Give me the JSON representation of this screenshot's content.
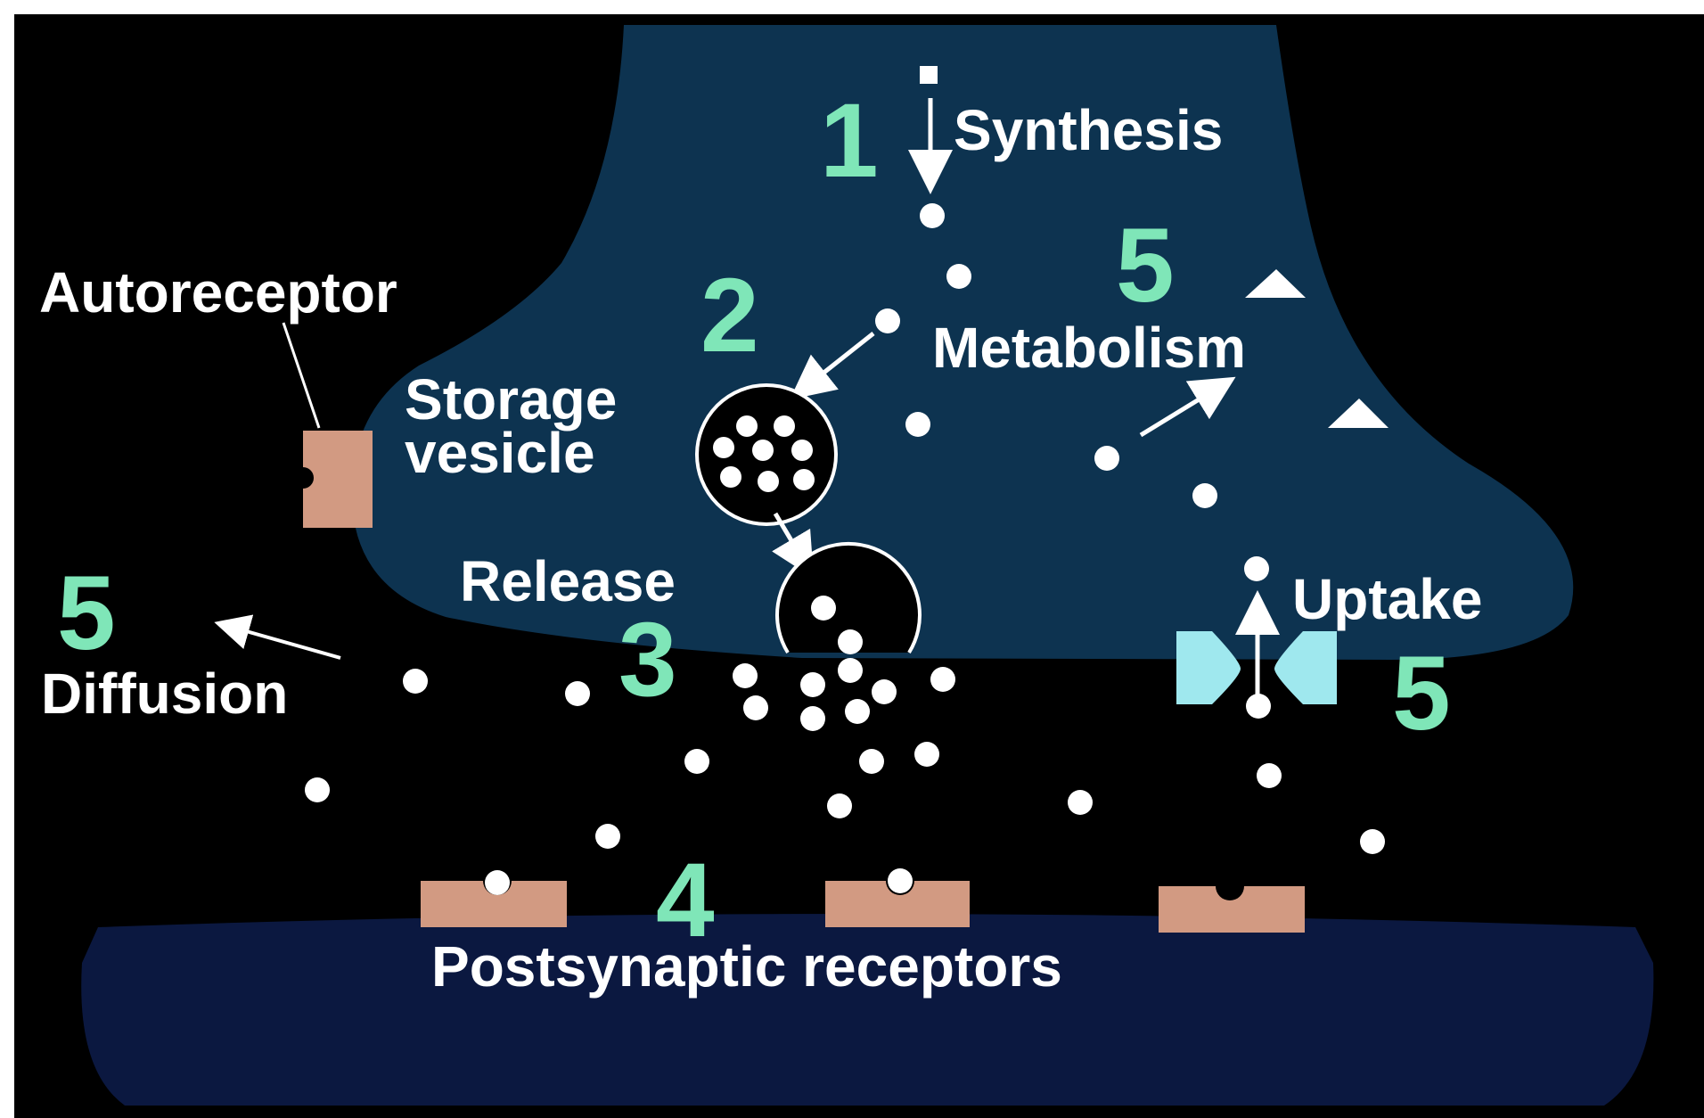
{
  "labels": {
    "synthesis": "Synthesis",
    "autoreceptor": "Autoreceptor",
    "metabolism": "Metabolism",
    "storage_vesicle_line1": "Storage",
    "storage_vesicle_line2": "vesicle",
    "release": "Release",
    "uptake": "Uptake",
    "diffusion": "Diffusion",
    "postsynaptic_receptors": "Postsynaptic receptors"
  },
  "step_numbers": {
    "synthesis": "1",
    "storage": "2",
    "release": "3",
    "receptors": "4",
    "metabolism": "5",
    "diffusion": "5",
    "uptake": "5"
  },
  "colors": {
    "background": "#000000",
    "presynaptic_terminal": "#0d3350",
    "postsynaptic_cell": "#0b1840",
    "receptor": "#d29a82",
    "transporter": "#9fe8ee",
    "step_number": "#7fe6b8",
    "text": "#ffffff"
  }
}
